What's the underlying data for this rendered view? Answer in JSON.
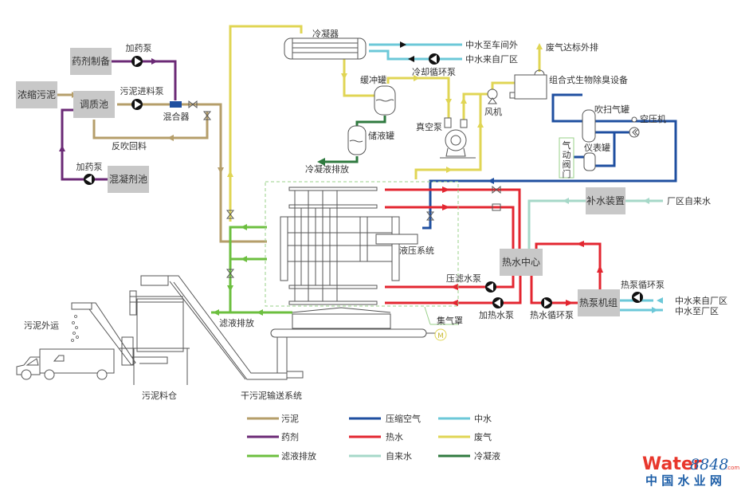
{
  "title": "污泥低温干化处理工艺流程图",
  "colors": {
    "sludge": "#b59e6a",
    "chemical": "#6b2a76",
    "filtrate": "#6cbf3f",
    "compressed_air": "#1f4fa0",
    "hot_water": "#e32630",
    "tap_water": "#a6d8c8",
    "reclaimed_water": "#6cc8d8",
    "exhaust_gas": "#e0d554",
    "condensate": "#2f7a3f",
    "box_fill": "#c8c8c8"
  },
  "boxes": {
    "thickened_sludge": "浓缩污泥",
    "conditioning_tank": "调质池",
    "chem_prep": "药剂制备",
    "coagulant_tank": "混凝剂池",
    "hot_water_center": "热水中心",
    "makeup_water": "补水装置",
    "heat_pump_unit": "热泵机组",
    "pneumatic_valve": "气动阀门"
  },
  "labels": {
    "dosing_pump_top": "加药泵",
    "dosing_pump_bottom": "加药泵",
    "sludge_feed_pump": "污泥进料泵",
    "mixer": "混合器",
    "backflow": "反吹回料",
    "condenser": "冷凝器",
    "reclaimed_out": "中水至车间外",
    "reclaimed_in": "中水来自厂区",
    "cooling_pump": "冷却循环泵",
    "buffer_tank": "缓冲罐",
    "storage_tank": "储液罐",
    "condensate_discharge": "冷凝液排放",
    "vacuum_pump": "真空泵",
    "fan": "风机",
    "deodor": "组合式生物除臭设备",
    "exhaust_out": "废气达标外排",
    "purge_tank": "吹扫气罐",
    "air_compressor": "空压机",
    "instrument_tank": "仪表罐",
    "plant_tap_water": "厂区自来水",
    "hydraulic_system": "液压系统",
    "filter_press_pump": "压滤水泵",
    "heating_pump": "加热水泵",
    "hot_water_circ_pump": "热水循环泵",
    "heat_pump_circ_pump": "热泵循环泵",
    "hp_reclaimed_in": "中水来自厂区",
    "hp_reclaimed_out": "中水至厂区",
    "gas_hood": "集气罩",
    "filtrate_discharge": "滤液排放",
    "sludge_transport": "污泥外运",
    "sludge_silo": "污泥料仓",
    "dry_sludge_conveyor": "干污泥输送系统"
  },
  "legend": [
    {
      "label": "污泥",
      "key": "sludge"
    },
    {
      "label": "药剂",
      "key": "chemical"
    },
    {
      "label": "滤液排放",
      "key": "filtrate"
    },
    {
      "label": "压缩空气",
      "key": "compressed_air"
    },
    {
      "label": "热水",
      "key": "hot_water"
    },
    {
      "label": "自来水",
      "key": "tap_water"
    },
    {
      "label": "中水",
      "key": "reclaimed_water"
    },
    {
      "label": "废气",
      "key": "exhaust_gas"
    },
    {
      "label": "冷凝液",
      "key": "condensate"
    }
  ],
  "watermark": {
    "brand_word": "Water",
    "brand_num": "8848",
    "brand_tld": ".com",
    "brand_cn": "中 国 水 业 网"
  }
}
